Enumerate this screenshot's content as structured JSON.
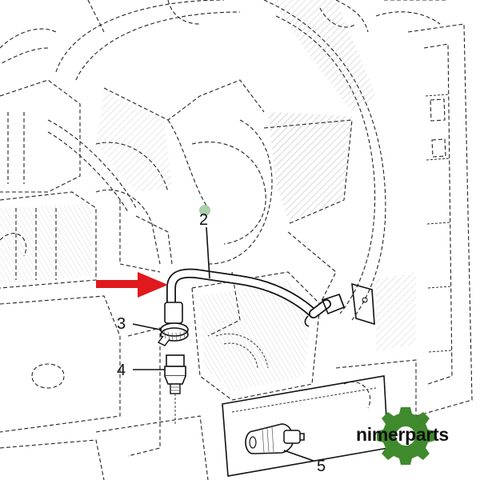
{
  "diagram": {
    "callouts": [
      {
        "id": "callout-2",
        "label": "2"
      },
      {
        "id": "callout-3",
        "label": "3"
      },
      {
        "id": "callout-4",
        "label": "4"
      },
      {
        "id": "callout-5",
        "label": "5"
      }
    ],
    "watermark": {
      "text": "nimerparts",
      "gear_color": "#3f8a2c"
    },
    "arrow_color": "#e0191f",
    "marker_color": "#9bc89a"
  }
}
